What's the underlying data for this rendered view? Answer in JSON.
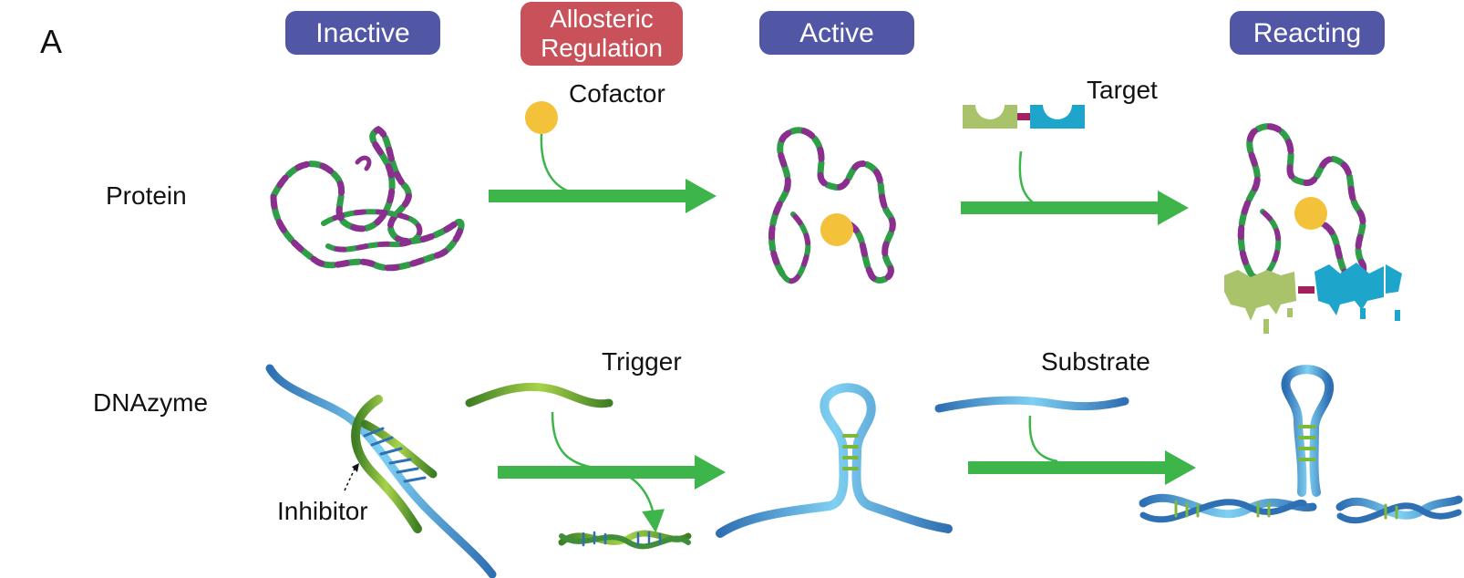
{
  "panel_letter": "A",
  "stages": {
    "inactive": "Inactive",
    "allosteric_line1": "Allosteric",
    "allosteric_line2": "Regulation",
    "active": "Active",
    "reacting": "Reacting"
  },
  "rows": {
    "protein": "Protein",
    "dnazyme": "DNAzyme"
  },
  "labels": {
    "cofactor": "Cofactor",
    "target": "Target",
    "trigger": "Trigger",
    "substrate": "Substrate",
    "inhibitor": "Inhibitor"
  },
  "colors": {
    "stage_pill": "#5257a5",
    "allosteric_pill": "#c9525a",
    "arrow": "#3db54a",
    "ribbon_green": "#2e9e47",
    "ribbon_purple": "#8b2f8f",
    "cofactor": "#f3c13a",
    "target_left": "#a9c36a",
    "target_right": "#1ea5cc",
    "dna_blue": "#3aa8dc",
    "dna_green": "#7cb83a"
  }
}
